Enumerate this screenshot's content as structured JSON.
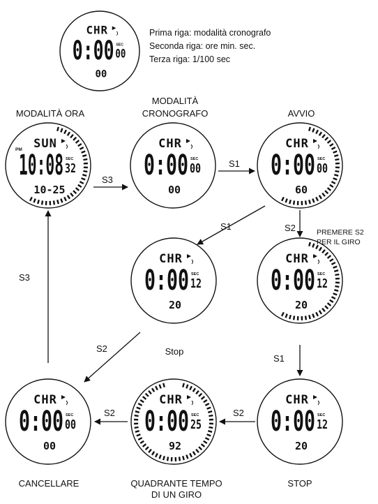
{
  "legend": {
    "line1": "Prima riga: modalità cronografo",
    "line2": "Seconda riga: ore min. sec.",
    "line3": "Terza riga: 1/100 sec"
  },
  "labels": {
    "time_mode": "MODALITÀ ORA",
    "chrono_mode_1": "MODALITÀ",
    "chrono_mode_2": "CRONOGRAFO",
    "start": "AVVIO",
    "press_s2_1": "PREMERE S2",
    "press_s2_2": "PER IL GIRO",
    "stop_lower": "Stop",
    "stop_upper": "STOP",
    "reset": "CANCELLARE",
    "lap_dial_1": "QUADRANTE TEMPO",
    "lap_dial_2": "DI UN GIRO"
  },
  "arrows": {
    "s3_right": "S3",
    "s1_right": "S1",
    "s1_diag": "S1",
    "s2_down": "S2",
    "s3_up": "S3",
    "s2_diag": "S2",
    "s1_down": "S1",
    "s2_left_a": "S2",
    "s2_left_b": "S2"
  },
  "watches": {
    "legend": {
      "mode": "CHR",
      "main": "0:00",
      "sec_label": "SEC",
      "secs": "00",
      "bottom": "00"
    },
    "time": {
      "pm": "PM",
      "mode": "SUN",
      "main": "10:08",
      "sec_label": "SEC",
      "secs": "32",
      "bottom": "10-25"
    },
    "chrono": {
      "mode": "CHR",
      "main": "0:00",
      "sec_label": "SEC",
      "secs": "00",
      "bottom": "00"
    },
    "start": {
      "mode": "CHR",
      "main": "0:00",
      "sec_label": "SEC",
      "secs": "00",
      "bottom": "60"
    },
    "stop1": {
      "mode": "CHR",
      "main": "0:00",
      "sec_label": "SEC",
      "secs": "12",
      "bottom": "20"
    },
    "lap": {
      "mode": "CHR",
      "main": "0:00",
      "sec_label": "SEC",
      "secs": "12",
      "bottom": "20"
    },
    "reset": {
      "mode": "CHR",
      "main": "0:00",
      "sec_label": "SEC",
      "secs": "00",
      "bottom": "00"
    },
    "lapdial": {
      "mode": "CHR",
      "main": "0:00",
      "sec_label": "SEC",
      "secs": "25",
      "bottom": "92"
    },
    "stop2": {
      "mode": "CHR",
      "main": "0:00",
      "sec_label": "SEC",
      "secs": "12",
      "bottom": "20"
    }
  }
}
